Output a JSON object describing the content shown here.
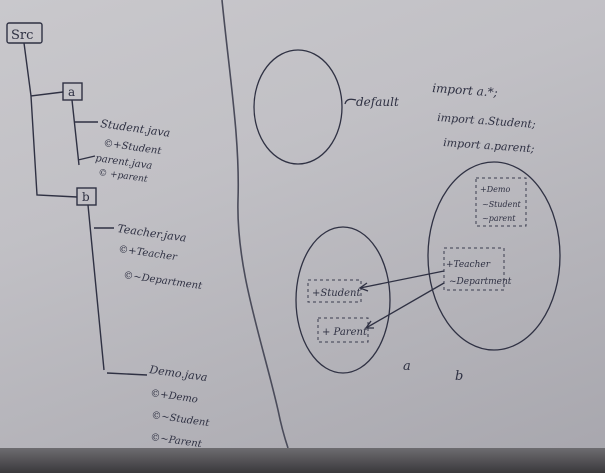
{
  "tree": {
    "root": "Src",
    "package_a": "a",
    "package_b": "b",
    "a_files": [
      {
        "file": "Student.java",
        "class": "©+Student"
      },
      {
        "file": "parent.java",
        "class": "© +parent"
      }
    ],
    "b_files": [
      {
        "file": "Teacher.java",
        "class": "©+Teacher"
      },
      {
        "file": "",
        "class": "©~Department"
      }
    ],
    "demo": {
      "file": "Demo.java",
      "members": [
        "©+Demo",
        "©~Student",
        "©~Parent"
      ]
    }
  },
  "diagram": {
    "default_label": "default",
    "imports": [
      "import a.*;",
      "import a.Student;",
      "import a.parent;"
    ],
    "b_demo_items": [
      "+Demo",
      "~Student",
      "~parent"
    ],
    "b_items": [
      "+Teacher",
      "~Department"
    ],
    "a_items": [
      "+Student",
      "+ Parent"
    ],
    "a_label": "a",
    "b_label": "b"
  },
  "colors": {
    "ink": "#2f3143",
    "board": "#c4c3c8"
  }
}
